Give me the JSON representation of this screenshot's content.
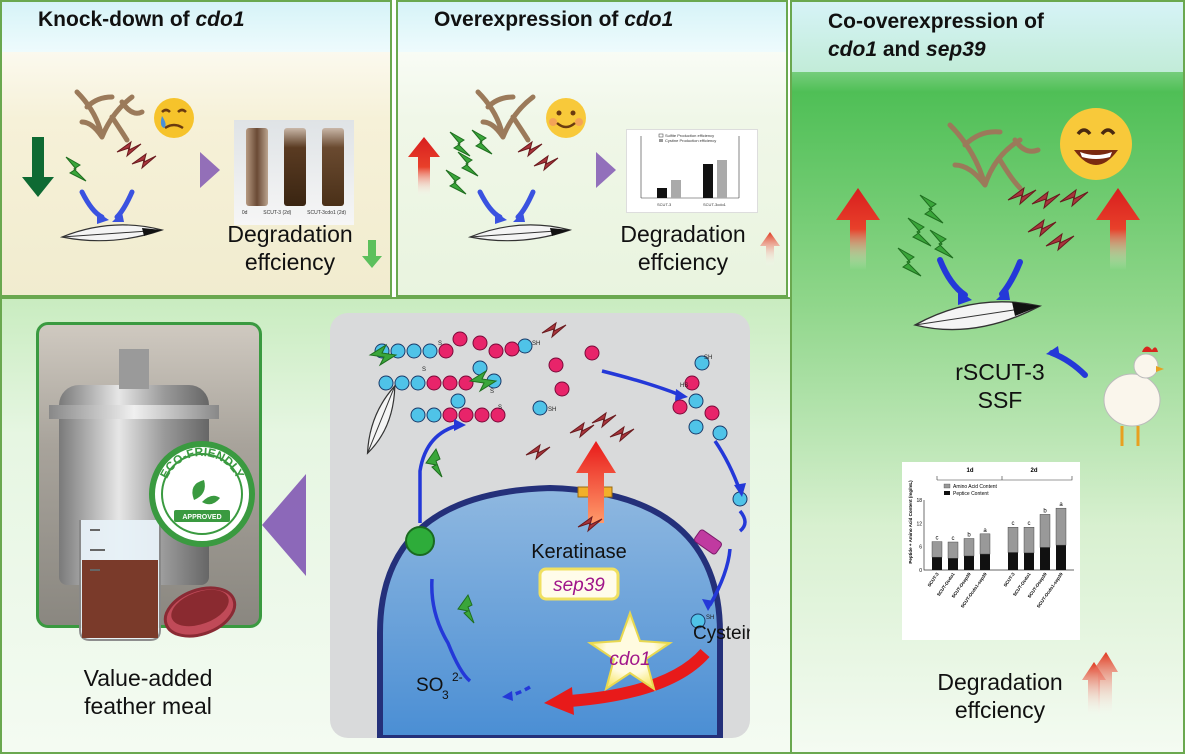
{
  "panels": {
    "knockdown": {
      "title_prefix": "Knock-down of ",
      "title_gene": "cdo1",
      "result_line1": "Degradation",
      "result_line2": "effciency"
    },
    "overexpression": {
      "title_prefix": "Overexpression of ",
      "title_gene": "cdo1",
      "result_line1": "Degradation",
      "result_line2": "effciency"
    },
    "coexpression": {
      "title_line1": "Co-overexpression of",
      "title_gene1": "cdo1",
      "title_and": " and ",
      "title_gene2": "sep39",
      "strain_line1": "rSCUT-3",
      "strain_line2": "SSF",
      "result_line1": "Degradation",
      "result_line2": "effciency"
    }
  },
  "photo_tubes": {
    "labels": [
      "0d",
      "SCUT-3 (2d)",
      "SCUT-3cdo1 (2d)"
    ]
  },
  "mini_chart_top": {
    "legend": [
      "Sulfite Production efficiency",
      "Cystine Production efficiency"
    ],
    "categories": [
      "SCUT-3",
      "SCUT-3cdo1"
    ]
  },
  "cycle": {
    "keratinase": "Keratinase",
    "sep39": "sep39",
    "cdo1": "cdo1",
    "cysteine": "Cysteine",
    "sulfite_base": "SO",
    "sulfite_sub": "3",
    "sulfite_sup": "2-",
    "sh": "SH",
    "hs": "HS",
    "s": "S"
  },
  "product": {
    "line1": "Value-added",
    "line2": "feather meal",
    "badge_top": "ECO-FRIENDLY",
    "badge_bottom": "APPROVED"
  },
  "colors": {
    "green_arrow": "#3aa63a",
    "red_arrow": "#d81e1e",
    "cell_blue": "#1e2c8a",
    "purple_arrow": "#6d3aa0"
  },
  "chart_data": {
    "type": "bar",
    "stacked": true,
    "groups": [
      "1d",
      "2d"
    ],
    "categories": [
      "SCUT-3",
      "SCUT-Ocdo1",
      "SCUT-Osep39",
      "SCUT-Ocdo1-sep39",
      "SCUT-3",
      "SCUT-Ocdo1",
      "SCUT-Osep39",
      "SCUT-Ocdo1-sep39"
    ],
    "series": [
      {
        "name": "Amino Acid Content",
        "values": [
          4.0,
          4.2,
          4.5,
          5.2,
          6.5,
          6.6,
          8.5,
          9.5
        ]
      },
      {
        "name": "Peptice Content",
        "values": [
          3.3,
          3.0,
          3.6,
          4.1,
          4.5,
          4.4,
          5.8,
          6.4
        ]
      }
    ],
    "significance": [
      "c",
      "c",
      "b",
      "a",
      "c",
      "c",
      "b",
      "a"
    ],
    "ylabel": "Peptide + Amino Acid Content (mg/mL)",
    "ylim": [
      0,
      18
    ],
    "yticks": [
      0,
      6,
      12,
      18
    ]
  }
}
